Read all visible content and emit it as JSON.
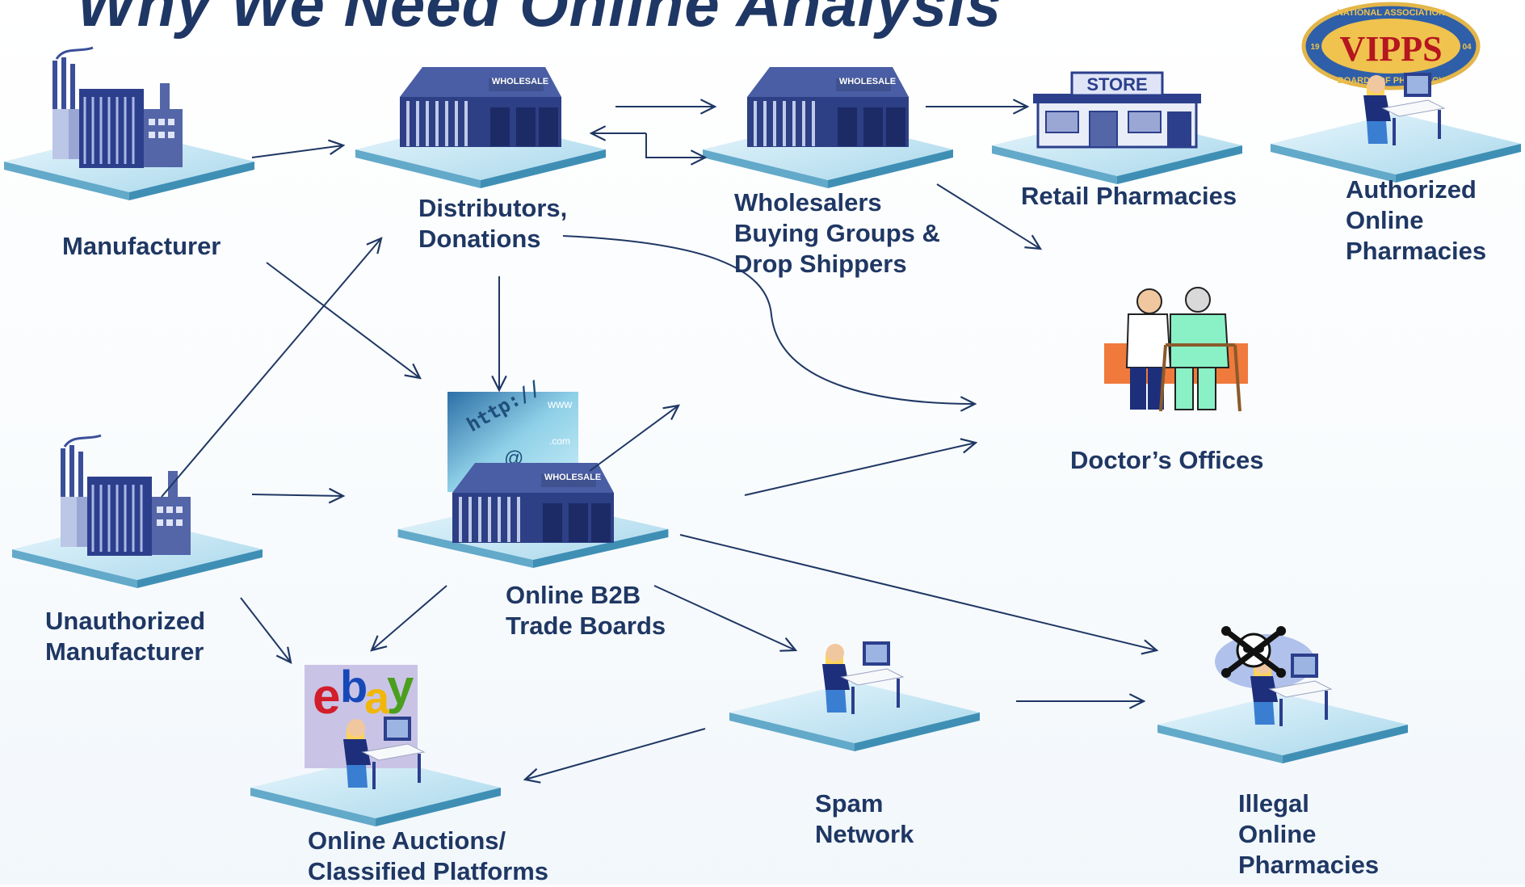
{
  "title": "Why We Need Online Analysis",
  "nodes": {
    "manufacturer": {
      "lines": [
        "Manufacturer"
      ]
    },
    "distributors": {
      "lines": [
        "Distributors,",
        "Donations"
      ]
    },
    "wholesalers": {
      "lines": [
        "Wholesalers",
        "Buying Groups &",
        "Drop Shippers"
      ]
    },
    "retail": {
      "lines": [
        "Retail Pharmacies"
      ]
    },
    "authorized": {
      "lines": [
        "Authorized",
        "Online",
        "Pharmacies"
      ]
    },
    "doctors": {
      "lines": [
        "Doctor’s Offices"
      ]
    },
    "unauthorized": {
      "lines": [
        "Unauthorized",
        "Manufacturer"
      ]
    },
    "b2b": {
      "lines": [
        "Online B2B",
        "Trade Boards"
      ]
    },
    "auctions": {
      "lines": [
        "Online Auctions/",
        "Classified Platforms"
      ]
    },
    "spam": {
      "lines": [
        "Spam",
        "Network"
      ]
    },
    "illegal": {
      "lines": [
        "Illegal",
        "Online",
        "Pharmacies"
      ]
    }
  },
  "icons": {
    "wholesale_sign": "WHOLESALE",
    "store_sign": "STORE",
    "vipps_main": "VIPPS",
    "vipps_ring_top": "NATIONAL ASSOCIATION",
    "vipps_ring_bottom": "BOARDS OF PHARMACY",
    "vipps_year_left": "19",
    "vipps_year_right": "04",
    "web_text_1": "http://",
    "web_text_2": "@",
    "web_text_3": "www",
    "web_text_4": ".com",
    "ebay_e": "e",
    "ebay_b": "b",
    "ebay_a": "a",
    "ebay_y": "y"
  },
  "colors": {
    "text": "#1f3764",
    "arrow": "#1f3764",
    "building": "#4257a0",
    "building_dark": "#2c3c7c",
    "platform_top": "#c9e9f6",
    "platform_side": "#3f8fb5"
  }
}
